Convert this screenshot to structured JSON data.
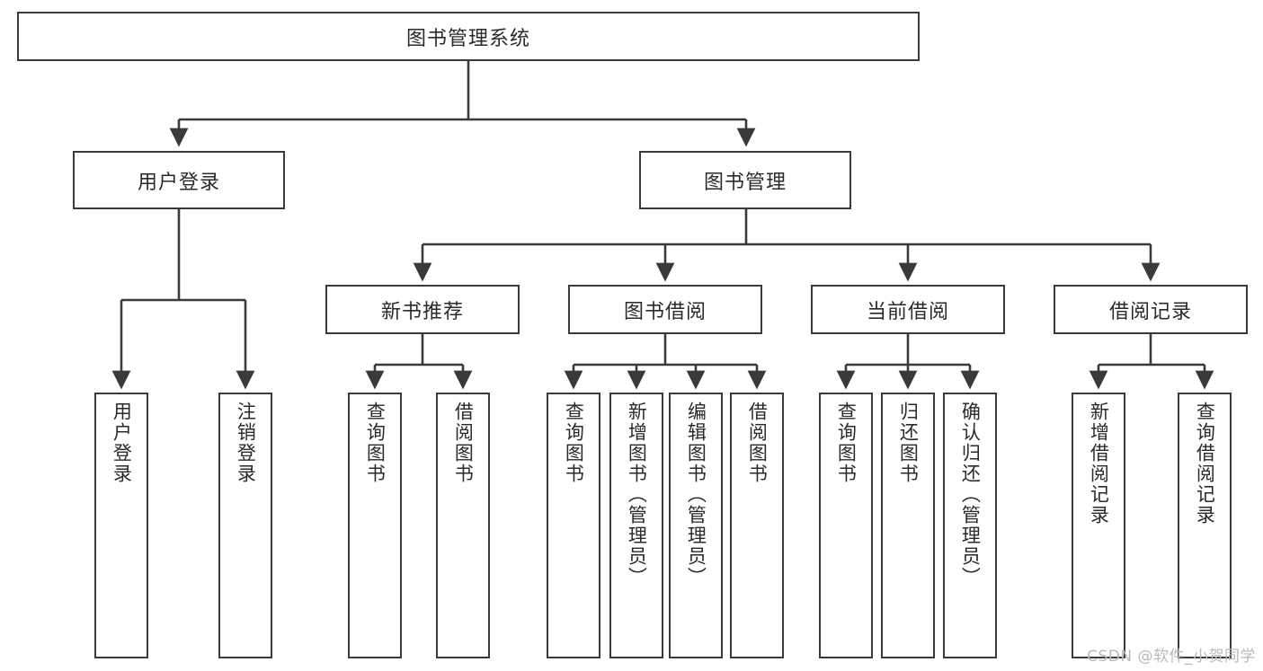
{
  "diagram": {
    "title": "图书管理系统",
    "type": "tree-hierarchy",
    "watermark": "CSDN @软件_小贺同学",
    "colors": {
      "stroke": "#3a3a3a",
      "fill": "#ffffff",
      "text": "#2a2a2a",
      "watermark": "#b9b9b9"
    },
    "root": {
      "label": "图书管理系统"
    },
    "level2": [
      {
        "label": "用户登录"
      },
      {
        "label": "图书管理"
      }
    ],
    "level3": [
      {
        "label": "新书推荐"
      },
      {
        "label": "图书借阅"
      },
      {
        "label": "当前借阅"
      },
      {
        "label": "借阅记录"
      }
    ],
    "leaves": {
      "user_login": [
        {
          "label": "用户登录"
        },
        {
          "label": "注销登录"
        }
      ],
      "new_book": [
        {
          "label": "查询图书"
        },
        {
          "label": "借阅图书"
        }
      ],
      "book_borrow": [
        {
          "label": "查询图书"
        },
        {
          "label": "新增图书（管理员）"
        },
        {
          "label": "编辑图书（管理员）"
        },
        {
          "label": "借阅图书"
        }
      ],
      "current_borrow": [
        {
          "label": "查询图书"
        },
        {
          "label": "归还图书"
        },
        {
          "label": "确认归还（管理员）"
        }
      ],
      "borrow_record": [
        {
          "label": "新增借阅记录"
        },
        {
          "label": "查询借阅记录"
        }
      ]
    }
  }
}
